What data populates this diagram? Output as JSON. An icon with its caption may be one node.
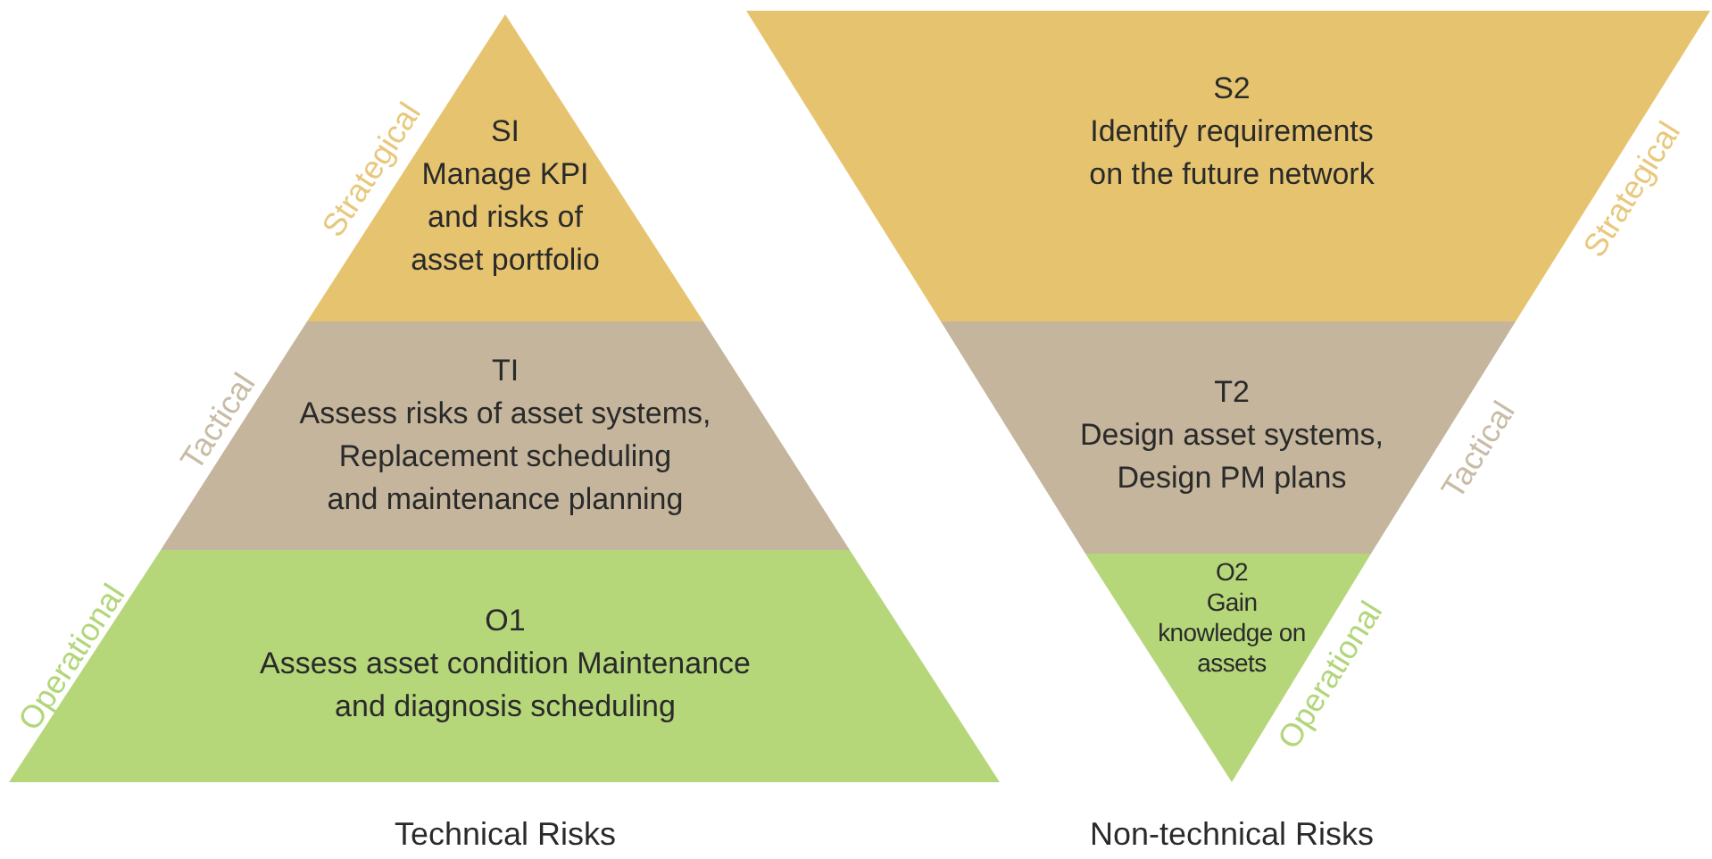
{
  "diagram": {
    "nodes": [
      {
        "text": [
          "SI",
          "Manage KPI and risks of asset portfolio"
        ],
        "beside": [
          "Strategical"
        ]
      },
      {
        "text": [
          "TI",
          "Assess risks of asset systems, Replacement scheduling and maintenance planning"
        ],
        "beside": [
          "Tactical"
        ]
      },
      {
        "text": [
          "O1",
          "Assess asset condition Maintenance and diagnosis scheduling"
        ],
        "beside": [
          "Operational"
        ]
      },
      {
        "text": [
          "S2",
          "Identify requirements on the future network"
        ],
        "beside": [
          "Strategical"
        ]
      },
      {
        "text": [
          "T2",
          "Design asset systems, Design PM plans"
        ],
        "beside": [
          "Tactical"
        ]
      },
      {
        "text": [
          "O2",
          "Gain knowledge on assets"
        ],
        "beside": [
          "Operational"
        ]
      }
    ],
    "labels": [
      "Technical Risks",
      "Non-technical Risks"
    ]
  }
}
